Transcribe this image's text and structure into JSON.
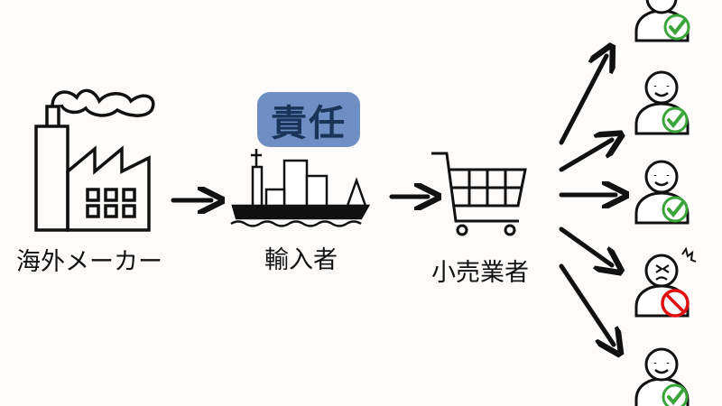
{
  "labels": {
    "manufacturer": "海外メーカー",
    "importer": "輸入者",
    "retailer": "小売業者"
  },
  "badge": {
    "text": "責任",
    "color": "#6f8fc4",
    "text_color": "#1a3358"
  },
  "consumers": [
    {
      "status": "satisfied",
      "mark": "check-icon"
    },
    {
      "status": "satisfied",
      "mark": "check-icon"
    },
    {
      "status": "satisfied",
      "mark": "check-icon"
    },
    {
      "status": "harmed",
      "mark": "prohibited-icon"
    },
    {
      "status": "satisfied",
      "mark": "check-icon"
    }
  ],
  "colors": {
    "check": "#3aa63a",
    "prohibited": "#e01010"
  }
}
